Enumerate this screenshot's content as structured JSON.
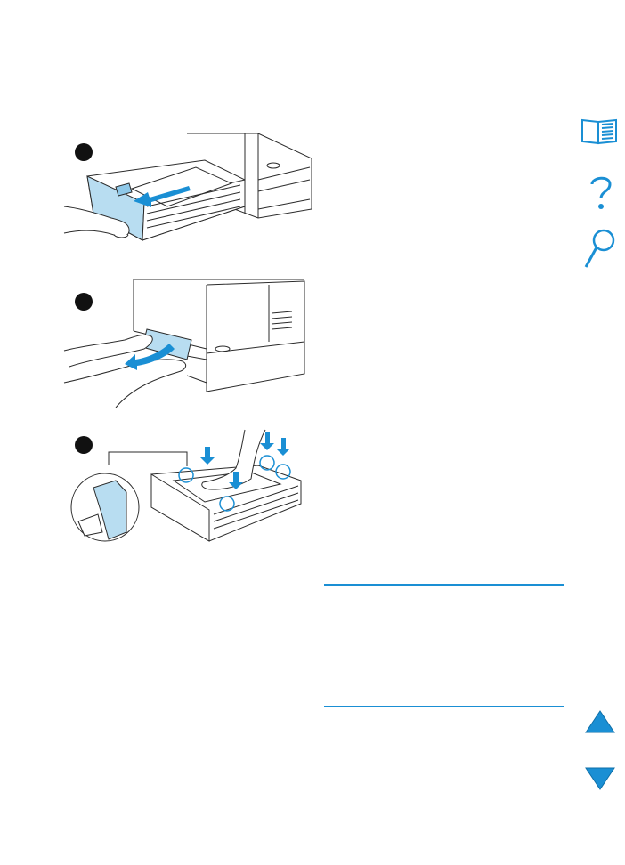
{
  "colors": {
    "accent": "#1A8FD4",
    "tray_blue": "#B8DDF1",
    "line": "#2B2B2B",
    "marker": "#111111"
  },
  "figures": [
    {
      "name": "figure-1-remove-tray",
      "marker_icon": "step-1-marker",
      "content_icons": [
        "paper-tray-icon",
        "pull-arrow-icon",
        "hand-icon",
        "printer-icon"
      ]
    },
    {
      "name": "figure-2-remove-jammed-paper",
      "marker_icon": "step-2-marker",
      "content_icons": [
        "printer-icon",
        "jammed-paper-icon",
        "hands-icon",
        "curved-arrow-icon"
      ]
    },
    {
      "name": "figure-3-press-paper-down",
      "marker_icon": "step-3-marker",
      "content_icons": [
        "paper-tray-icon",
        "down-arrow-icons",
        "tab-callout-icon",
        "hand-icon"
      ]
    }
  ],
  "nav": {
    "contents_icon": "book-icon",
    "help_icon": "question-mark-icon",
    "search_icon": "magnifier-icon",
    "prev_icon": "up-triangle-icon",
    "next_icon": "down-triangle-icon"
  }
}
